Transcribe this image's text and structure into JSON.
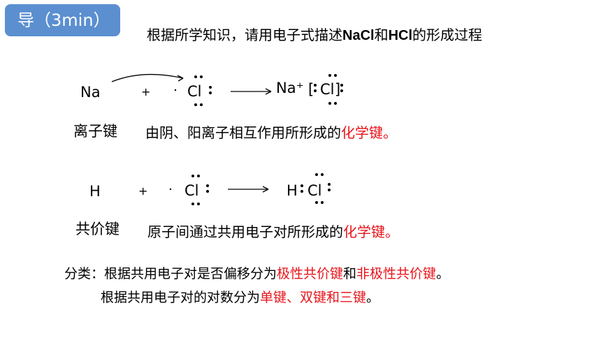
{
  "header": {
    "badge": "导（3min）",
    "task_prefix": "根据所学知识，请用电子式描述",
    "task_nacl": "NaCl",
    "task_and": "和",
    "task_hcl": "HCl",
    "task_suffix": "的形成过程"
  },
  "nacl": {
    "na": "Na",
    "plus": "+",
    "cl": "Cl",
    "product_na": "Na⁺",
    "bracket_open": "[",
    "product_cl": "Cl",
    "bracket_close": "]",
    "bond_label": "离子键",
    "def_prefix": "由阴、阳离子相互作用所形成的",
    "def_highlight": "化学键。"
  },
  "hcl": {
    "h": "H",
    "plus": "+",
    "cl": "Cl",
    "product_h": "H",
    "product_cl": "Cl",
    "bond_label": "共价键",
    "def_prefix": "原子间通过共用电子对所形成的",
    "def_highlight": "化学键。"
  },
  "classification": {
    "line1_prefix": "分类：根据共用电子对是否偏移分为",
    "line1_polar": "极性共价键",
    "line1_and": "和",
    "line1_nonpolar": "非极性共价键",
    "line1_end": "。",
    "line2_prefix": "根据共用电子对的对数分为",
    "line2_highlight": "单键、双键和三键",
    "line2_end": "。"
  },
  "colors": {
    "badge": "#5b8fd0",
    "highlight": "#e8141b"
  }
}
